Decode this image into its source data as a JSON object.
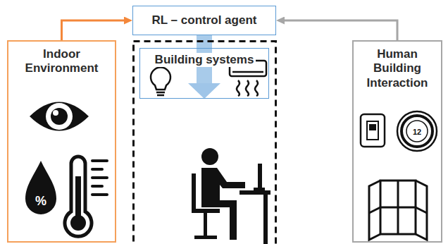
{
  "diagram": {
    "nodes": [
      {
        "text": [
          "RL – control agent"
        ]
      },
      {
        "text": [
          "Indoor Environment"
        ]
      },
      {
        "text": [
          "Building systems"
        ]
      },
      {
        "text": [
          "Human Building Interaction"
        ]
      }
    ],
    "edges": [
      {
        "from": 1,
        "to": 0,
        "arrow": "to"
      },
      {
        "from": 3,
        "to": 0,
        "arrow": "to"
      },
      {
        "from": 0,
        "to": 2,
        "arrow": "to"
      }
    ],
    "labels": [
      "%",
      "12"
    ]
  }
}
